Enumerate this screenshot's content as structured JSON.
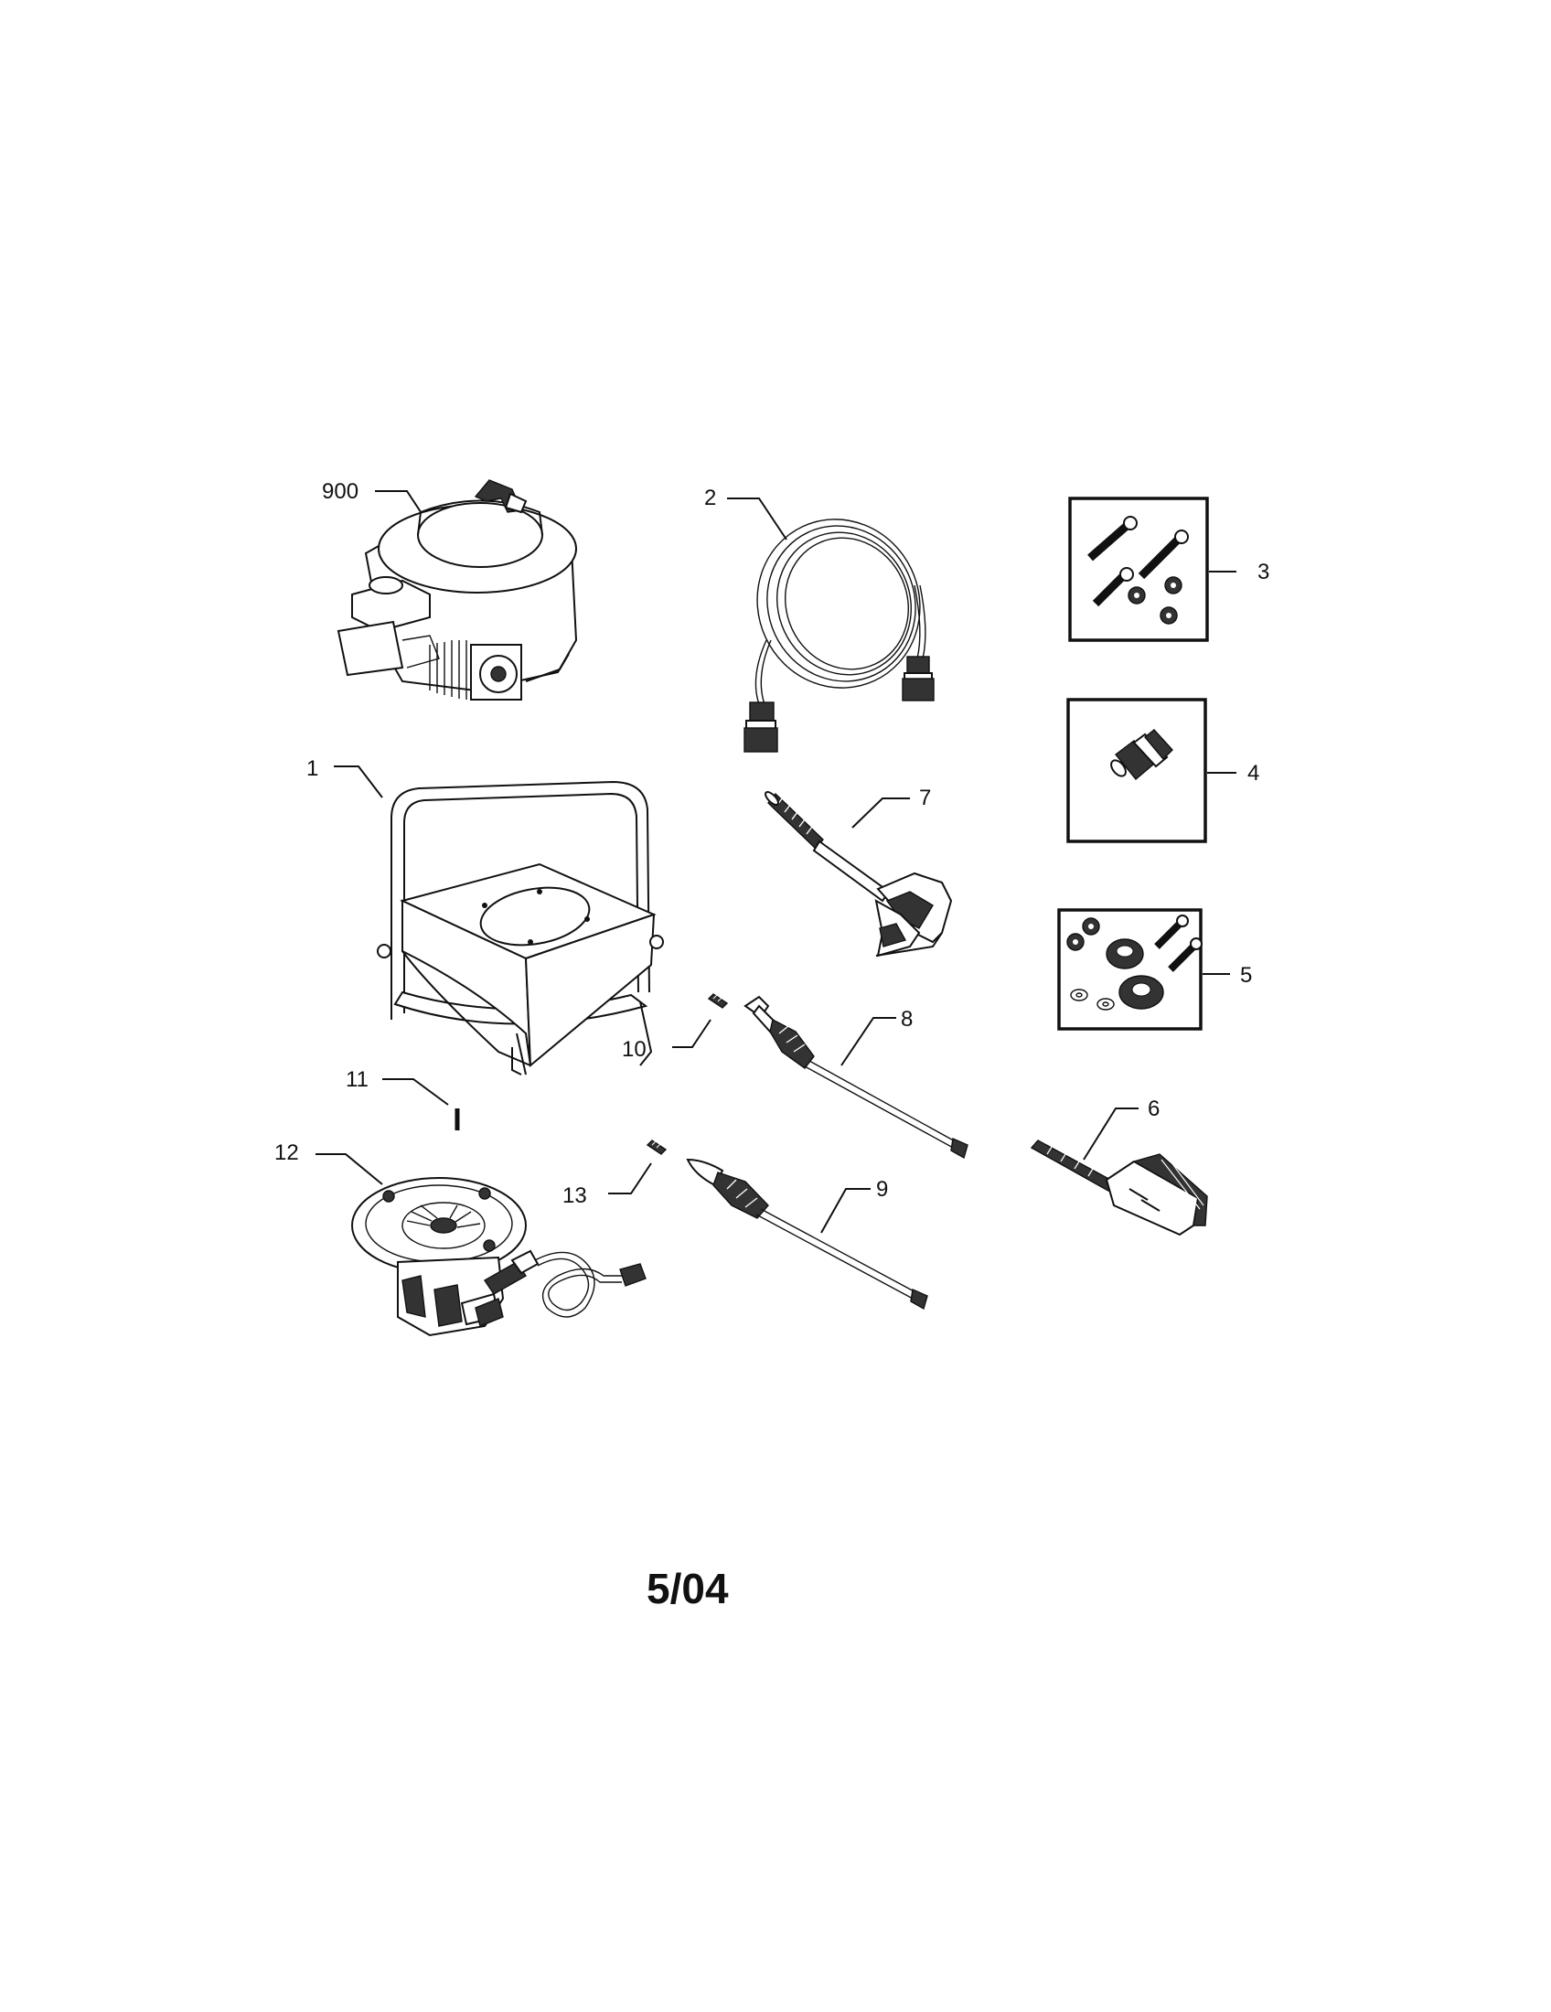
{
  "diagram": {
    "parts": [
      {
        "id": "engine",
        "label": "900"
      },
      {
        "id": "frame",
        "label": "1"
      },
      {
        "id": "hose",
        "label": "2"
      },
      {
        "id": "hardware-kit-3",
        "label": "3"
      },
      {
        "id": "hardware-kit-4",
        "label": "4"
      },
      {
        "id": "hardware-kit-5",
        "label": "5"
      },
      {
        "id": "brush",
        "label": "6"
      },
      {
        "id": "spray-gun",
        "label": "7"
      },
      {
        "id": "wand-8",
        "label": "8"
      },
      {
        "id": "wand-9",
        "label": "9"
      },
      {
        "id": "nozzle-10",
        "label": "10"
      },
      {
        "id": "pin-11",
        "label": "11"
      },
      {
        "id": "pump",
        "label": "12"
      },
      {
        "id": "nozzle-13",
        "label": "13"
      }
    ],
    "date_code": "5/04"
  }
}
